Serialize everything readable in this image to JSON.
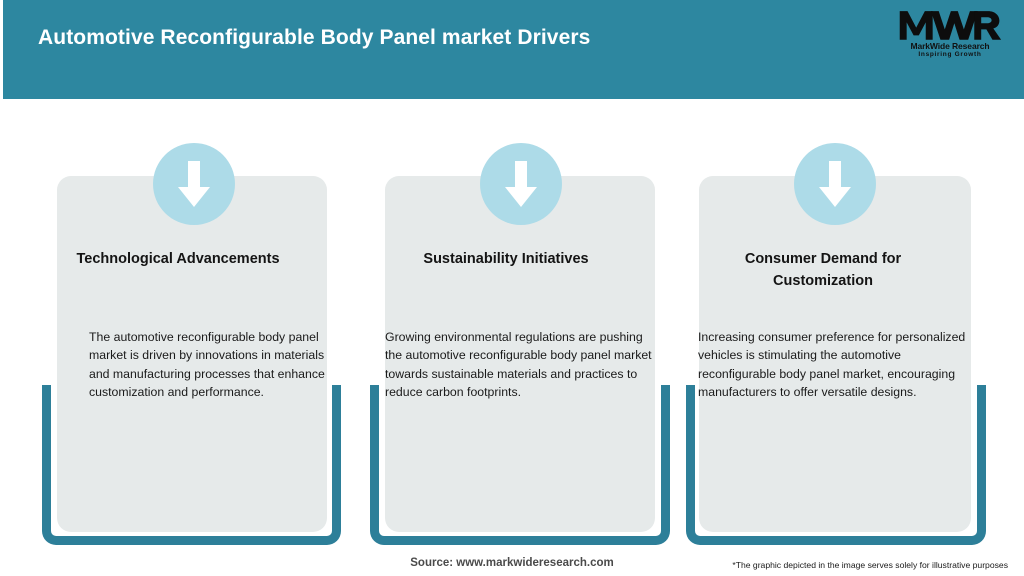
{
  "header": {
    "title": "Automotive Reconfigurable Body Panel market Drivers",
    "background_color": "#2d87a0",
    "title_color": "#ffffff"
  },
  "logo": {
    "mark": "MWR",
    "name": "MarkWide Research",
    "tagline": "Inspiring Growth"
  },
  "cards": [
    {
      "icon": "arrow-down-icon",
      "title": "Technological Advancements",
      "body": "The automotive reconfigurable body panel market is driven by innovations in materials and manufacturing processes that enhance customization and performance."
    },
    {
      "icon": "arrow-down-icon",
      "title": "Sustainability Initiatives",
      "body": "Growing environmental regulations are pushing the automotive reconfigurable body panel market towards sustainable materials and practices to reduce carbon footprints."
    },
    {
      "icon": "arrow-down-icon",
      "title": "Consumer Demand for Customization",
      "body": "Increasing consumer preference for personalized vehicles is stimulating the automotive reconfigurable body panel market, encouraging manufacturers to offer versatile designs."
    }
  ],
  "footer": {
    "source": "Source: www.markwideresearch.com",
    "disclaimer": "*The graphic depicted in the image serves solely for illustrative purposes"
  },
  "colors": {
    "header_teal": "#2d87a0",
    "bracket_teal": "#2d7f99",
    "panel_gray": "#e6eaea",
    "circle_blue": "#addbe8",
    "arrow_white": "#ffffff"
  }
}
